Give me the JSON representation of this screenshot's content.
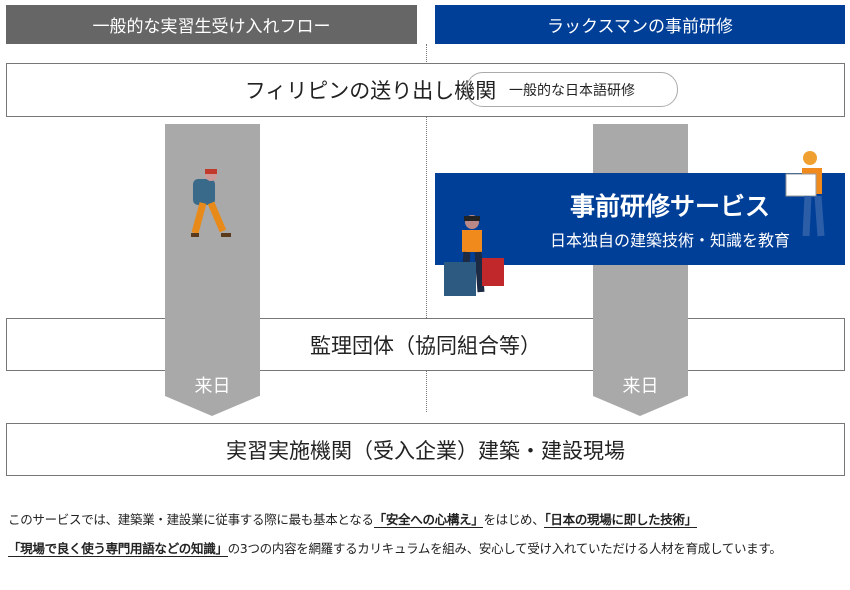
{
  "headers": {
    "left": "一般的な実習生受け入れフロー",
    "right": "ラックスマンの事前研修"
  },
  "sending_org": {
    "label": "フィリピンの送り出し機関",
    "pill": "一般的な日本語研修"
  },
  "service": {
    "title": "事前研修サービス",
    "subtitle": "日本独自の建築技術・知識を教育"
  },
  "supervising_org": "監理団体（協同組合等）",
  "arrival_left": "来日",
  "arrival_right": "来日",
  "host_org": "実習実施機関（受入企業）建築・建設現場",
  "description": {
    "p1": "このサービスでは、建築業・建設業に従事する際に最も基本となる",
    "h1": "「安全への心構え」",
    "p2": "をはじめ、",
    "h2": "「日本の現場に即した技術」",
    "h3": "「現場で良く使う専門用語などの知識」",
    "p3": "の3つの内容を網羅するカリキュラムを組み、安心して受け入れていただける人材を育成しています。"
  },
  "colors": {
    "blue": "#003f98",
    "gray": "#666666",
    "arrow": "#a9a9a9",
    "orange": "#f08a1c"
  }
}
